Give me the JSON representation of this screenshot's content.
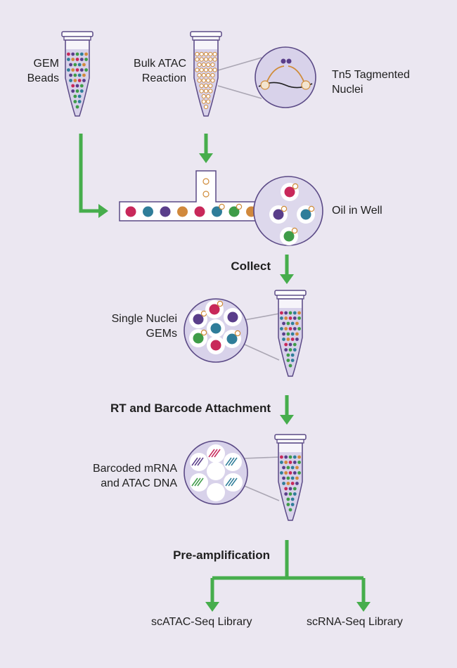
{
  "labels": {
    "gem_beads": [
      "GEM",
      "Beads"
    ],
    "bulk_atac": [
      "Bulk ATAC",
      "Reaction"
    ],
    "tn5": [
      "Tn5 Tagmented",
      "Nuclei"
    ],
    "oil_in_well": "Oil in Well",
    "collect": "Collect",
    "single_nuclei": [
      "Single Nuclei",
      "GEMs"
    ],
    "rt_barcode": "RT and Barcode Attachment",
    "barcoded": [
      "Barcoded mRNA",
      "and ATAC DNA"
    ],
    "pre_amp": "Pre-amplification",
    "scatac": "scATAC-Seq Library",
    "scrna": "scRNA-Seq Library"
  },
  "colors": {
    "background": "#ebe7f1",
    "arrow_green": "#46ad4c",
    "outline_purple": "#5b4a86",
    "tube_fill": "#ffffff",
    "tube_liquid": "#d8d2ea",
    "nucleus_orange": "#d08c3a",
    "bead_red": "#c8285a",
    "bead_teal": "#2f7d99",
    "bead_purple": "#5a3e8a",
    "bead_orange": "#d1893c",
    "bead_green": "#3e9c48"
  }
}
